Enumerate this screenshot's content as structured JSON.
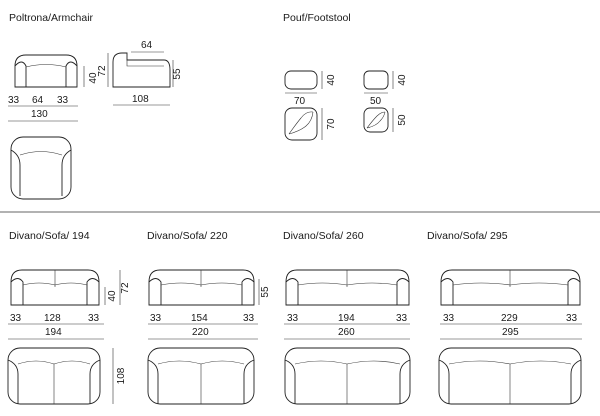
{
  "sections": {
    "armchair": {
      "title": "Poltrona/Armchair",
      "front_width_parts": [
        "33",
        "64",
        "33"
      ],
      "front_width_total": "130",
      "front_height": "40",
      "side_seat_depth": "64",
      "side_height": "72",
      "side_seat_height": "55",
      "side_depth": "108"
    },
    "footstool": {
      "title": "Pouf/Footstool",
      "large": {
        "height": "40",
        "width": "70",
        "depth": "70"
      },
      "small": {
        "height": "40",
        "width": "50",
        "depth": "50"
      }
    },
    "sofas": [
      {
        "title": "Divano/Sofa/ 194",
        "parts": [
          "33",
          "128",
          "33"
        ],
        "total": "194",
        "heights": [
          "40",
          "72"
        ],
        "depth": "108"
      },
      {
        "title": "Divano/Sofa/ 220",
        "parts": [
          "33",
          "154",
          "33"
        ],
        "total": "220",
        "heights": [
          "55"
        ]
      },
      {
        "title": "Divano/Sofa/ 260",
        "parts": [
          "33",
          "194",
          "33"
        ],
        "total": "260"
      },
      {
        "title": "Divano/Sofa/ 295",
        "parts": [
          "33",
          "229",
          "33"
        ],
        "total": "295"
      }
    ]
  }
}
